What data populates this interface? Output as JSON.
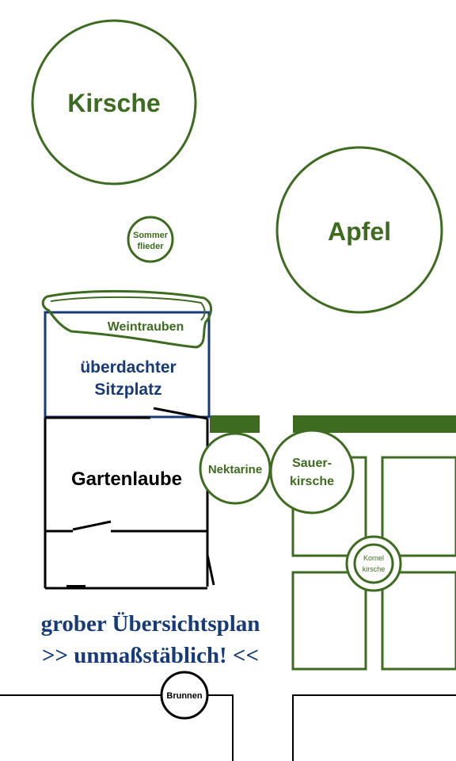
{
  "plants": {
    "kirsche": "Kirsche",
    "apfel": "Apfel",
    "sommerflieder_1": "Sommer",
    "sommerflieder_2": "flieder",
    "weintrauben": "Weintrauben",
    "nektarine": "Nektarine",
    "sauerkirsche_1": "Sauer-",
    "sauerkirsche_2": "kirsche",
    "kornelkirsche_1": "Kornel",
    "kornelkirsche_2": "kirsche"
  },
  "structures": {
    "sitzplatz_1": "überdachter",
    "sitzplatz_2": "Sitzplatz",
    "gartenlaube": "Gartenlaube",
    "brunnen": "Brunnen"
  },
  "caption": {
    "line1": "grober Übersichtsplan",
    "line2": ">> unmaßstäblich! <<"
  },
  "colors": {
    "green": "#3d6b1f",
    "blue": "#163b78",
    "black": "#000000"
  }
}
